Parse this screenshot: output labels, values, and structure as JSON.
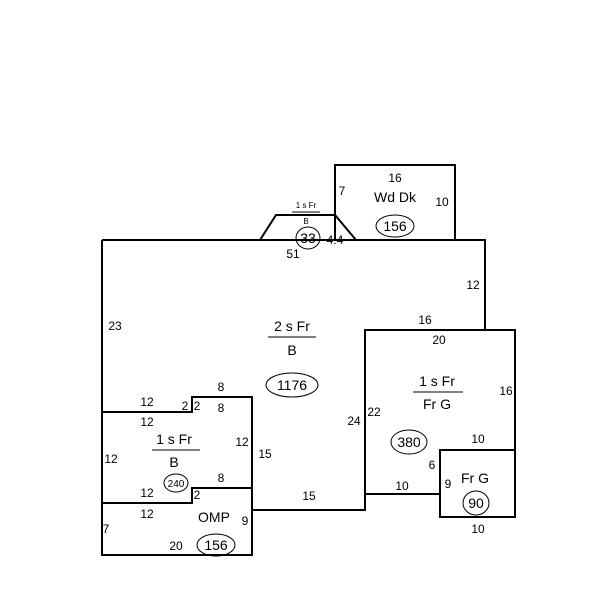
{
  "rooms": {
    "wood_deck": {
      "label": "Wd Dk",
      "area": "156"
    },
    "bay": {
      "label_top": "1 s Fr",
      "label_bottom": "B",
      "area": "33"
    },
    "main": {
      "label_top": "2 s Fr",
      "label_bottom": "B",
      "area": "1176"
    },
    "garage_room": {
      "label_top": "1 s Fr",
      "label_bottom": "Fr G",
      "area": "380"
    },
    "frame_garage": {
      "label": "Fr G",
      "area": "90"
    },
    "wing": {
      "label_top": "1 s Fr",
      "label_bottom": "B",
      "area": "240"
    },
    "porch": {
      "label": "OMP",
      "area": "156"
    }
  },
  "dimensions": {
    "deck_top": "16",
    "deck_left": "7",
    "deck_right": "10",
    "bay_side": "4.4",
    "top_51": "51",
    "right_12": "12",
    "left_23": "23",
    "gar_16_top": "16",
    "gar_20": "20",
    "gar_16_right": "16",
    "mid_24": "24",
    "mid_22": "22",
    "frg_10_top": "10",
    "frg_6": "6",
    "frg_9": "9",
    "frg_10_left": "10",
    "frg_10_bottom": "10",
    "bottom_15": "15",
    "step_8_a": "8",
    "step_8_b": "8",
    "wing_12_top": "12",
    "wing_2_a": "2",
    "wing_2_b": "2",
    "wing_12_b": "12",
    "wing_12_left": "12",
    "wing_12_right": "12",
    "wing_15": "15",
    "wing_8_c": "8",
    "wing_12_c": "12",
    "wing_2_c": "2",
    "porch_12": "12",
    "porch_7": "7",
    "porch_9": "9",
    "porch_20": "20"
  }
}
